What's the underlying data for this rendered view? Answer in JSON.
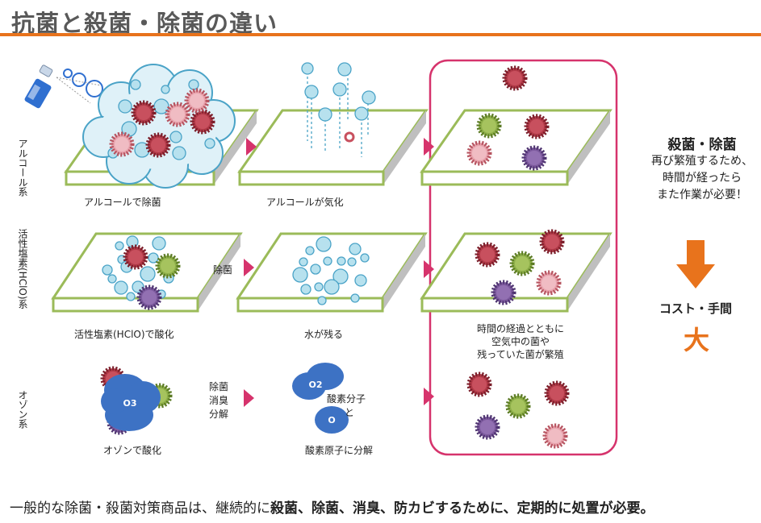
{
  "title": "抗菌と殺菌・除菌の違い",
  "rows": {
    "alcohol": {
      "label": "アルコール系",
      "step1": "アルコールで除菌",
      "step2": "アルコールが気化"
    },
    "hclo": {
      "label": "活性塩素(HClO)系",
      "step1": "活性塩素(HClO)で酸化",
      "arrow_label": "除菌",
      "step2": "水が残る",
      "step3_lines": [
        "時間の経過とともに",
        "空気中の菌や",
        "残っていた菌が繁殖"
      ]
    },
    "ozone": {
      "label": "オゾン系",
      "step1": "オゾンで酸化",
      "arrow_label_lines": [
        "除菌",
        "消臭",
        "分解"
      ],
      "molecule_label_lines": [
        "酸素分子",
        "と"
      ],
      "step2": "酸素原子に分解"
    }
  },
  "molecules": {
    "o3": "O3",
    "o2": "O2",
    "o": "O"
  },
  "side": {
    "heading": "殺菌・除菌",
    "lines": [
      "再び繁殖するため、",
      "時間が経ったら",
      "また作業が必要！"
    ],
    "cost_label": "コスト・手間",
    "cost_value": "大"
  },
  "footer": {
    "normal": "一般的な除菌・殺菌対策商品は、継続的に",
    "bold": "殺菌、除菌、消臭、防カビするために、定期的に処置が必要。"
  },
  "colors": {
    "accent": "#e8731c",
    "highlight_frame": "#d6336c",
    "board_edge": "#9bbb59",
    "bubble_fill": "#b7e1ee",
    "bubble_stroke": "#4aa3c7",
    "molecule": "#3d72c4"
  }
}
